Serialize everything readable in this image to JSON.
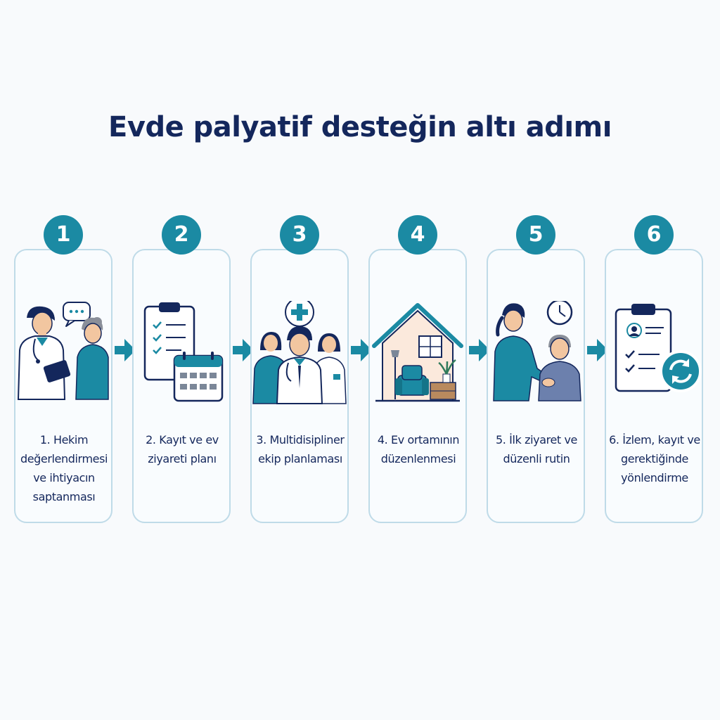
{
  "title": "Evde palyatif desteğin altı adımı",
  "colors": {
    "accent": "#1b8aa3",
    "navy": "#14275c",
    "card_border": "#bfdbe8",
    "background": "#f8fafc"
  },
  "steps": [
    {
      "number": "1",
      "label": "1. Hekim değerlendirmesi ve ihtiyacın saptanması",
      "icon": "doctor-consultation-icon"
    },
    {
      "number": "2",
      "label": "2. Kayıt ve ev ziyareti planı",
      "icon": "checklist-calendar-icon"
    },
    {
      "number": "3",
      "label": "3. Multidisipliner ekip planlaması",
      "icon": "care-team-icon"
    },
    {
      "number": "4",
      "label": "4. Ev ortamının düzenlenmesi",
      "icon": "home-setup-icon"
    },
    {
      "number": "5",
      "label": "5. İlk ziyaret ve düzenli rutin",
      "icon": "nurse-visit-icon"
    },
    {
      "number": "6",
      "label": "6. İzlem, kayıt ve gerektiğinde yönlendirme",
      "icon": "followup-clipboard-icon"
    }
  ]
}
